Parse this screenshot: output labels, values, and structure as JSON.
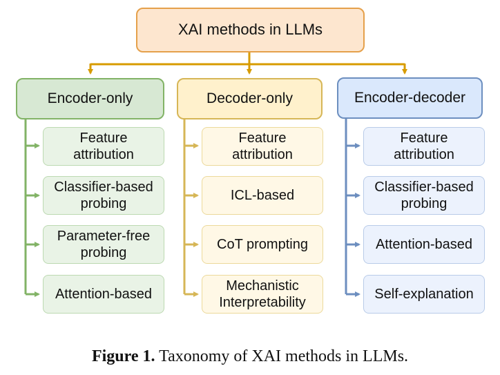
{
  "root": {
    "label": "XAI methods in LLMs"
  },
  "categories": [
    {
      "label": "Encoder-only",
      "color": "#82b366",
      "leaves": [
        "Feature attribution",
        "Classifier-based probing",
        "Parameter-free probing",
        "Attention-based"
      ]
    },
    {
      "label": "Decoder-only",
      "color": "#d6b656",
      "leaves": [
        "Feature attribution",
        "ICL-based",
        "CoT prompting",
        "Mechanistic Interpretability"
      ]
    },
    {
      "label": "Encoder-decoder",
      "color": "#6c8ebf",
      "leaves": [
        "Feature attribution",
        "Classifier-based probing",
        "Attention-based",
        "Self-explanation"
      ]
    }
  ],
  "root_connector_color": "#d79b00",
  "caption": {
    "figure_label": "Figure 1.",
    "text": " Taxonomy of XAI methods in LLMs."
  }
}
